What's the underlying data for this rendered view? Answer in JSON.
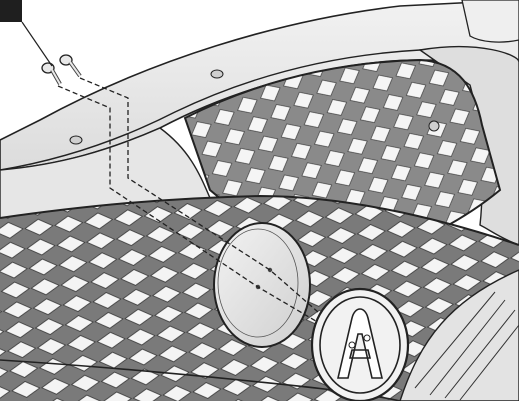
{
  "figure": {
    "callout_marker": "",
    "parts": [
      {
        "name": "bolts",
        "count": 2
      },
      {
        "name": "emblem-base-plate",
        "count": 1
      },
      {
        "name": "acura-emblem",
        "count": 1
      }
    ],
    "colors": {
      "background": "#ffffff",
      "body": "#e9e9e9",
      "body_shade": "#d6d6d6",
      "grille_dark": "#6c6c6c",
      "grille_light": "#f4f4f4",
      "outline": "#222222",
      "callout_badge": "#1f1f1f"
    }
  }
}
